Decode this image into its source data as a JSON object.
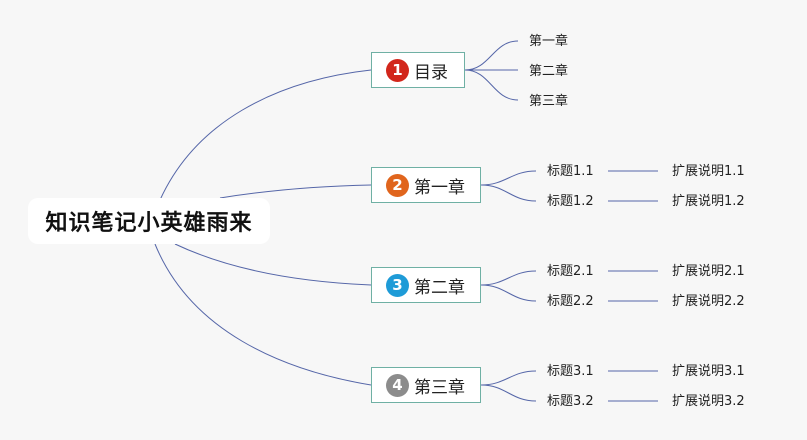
{
  "root": {
    "label": "知识笔记小英雄雨来"
  },
  "branches": [
    {
      "number": "1",
      "label": "目录",
      "color": "#d2261b",
      "children": [
        {
          "label": "第一章",
          "note": ""
        },
        {
          "label": "第二章",
          "note": ""
        },
        {
          "label": "第三章",
          "note": ""
        }
      ]
    },
    {
      "number": "2",
      "label": "第一章",
      "color": "#e0651d",
      "children": [
        {
          "label": "标题1.1",
          "note": "扩展说明1.1"
        },
        {
          "label": "标题1.2",
          "note": "扩展说明1.2"
        }
      ]
    },
    {
      "number": "3",
      "label": "第二章",
      "color": "#1e9bd7",
      "children": [
        {
          "label": "标题2.1",
          "note": "扩展说明2.1"
        },
        {
          "label": "标题2.2",
          "note": "扩展说明2.2"
        }
      ]
    },
    {
      "number": "4",
      "label": "第三章",
      "color": "#8c8c8c",
      "children": [
        {
          "label": "标题3.1",
          "note": "扩展说明3.1"
        },
        {
          "label": "标题3.2",
          "note": "扩展说明3.2"
        }
      ]
    }
  ],
  "line_color": "#5566a8"
}
